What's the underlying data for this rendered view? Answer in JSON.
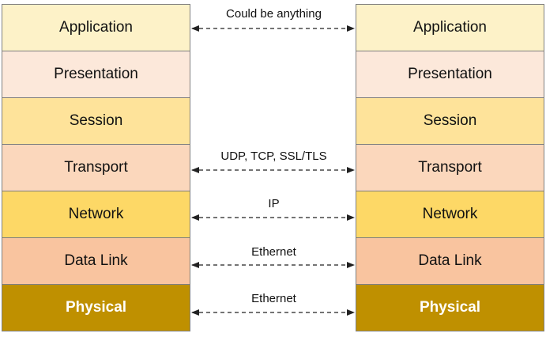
{
  "layers": [
    {
      "label": "Application",
      "color": "#fdf2c8"
    },
    {
      "label": "Presentation",
      "color": "#fce8da"
    },
    {
      "label": "Session",
      "color": "#fee39a"
    },
    {
      "label": "Transport",
      "color": "#fbd7bc"
    },
    {
      "label": "Network",
      "color": "#fdd866"
    },
    {
      "label": "Data Link",
      "color": "#f9c49f"
    },
    {
      "label": "Physical",
      "color": "#bf9000"
    }
  ],
  "links": [
    {
      "layer": 0,
      "label": "Could be anything"
    },
    {
      "layer": 3,
      "label": "UDP, TCP, SSL/TLS"
    },
    {
      "layer": 4,
      "label": "IP"
    },
    {
      "layer": 5,
      "label": "Ethernet"
    },
    {
      "layer": 6,
      "label": "Ethernet"
    }
  ],
  "arrow_color": "#222222"
}
